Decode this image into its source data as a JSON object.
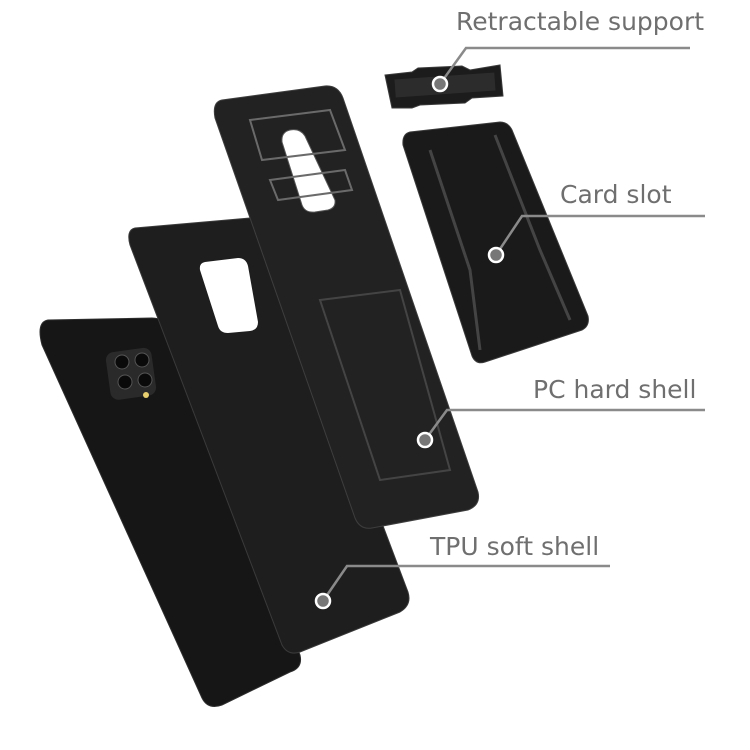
{
  "callouts": [
    {
      "label": "Retractable support"
    },
    {
      "label": "Card slot"
    },
    {
      "label": "PC hard shell"
    },
    {
      "label": "TPU soft shell"
    }
  ],
  "colors": {
    "label": "#6f6f6f",
    "leader": "#8a8a8a",
    "part": "#1c1c1c",
    "part_edge": "#3a3a3a"
  }
}
